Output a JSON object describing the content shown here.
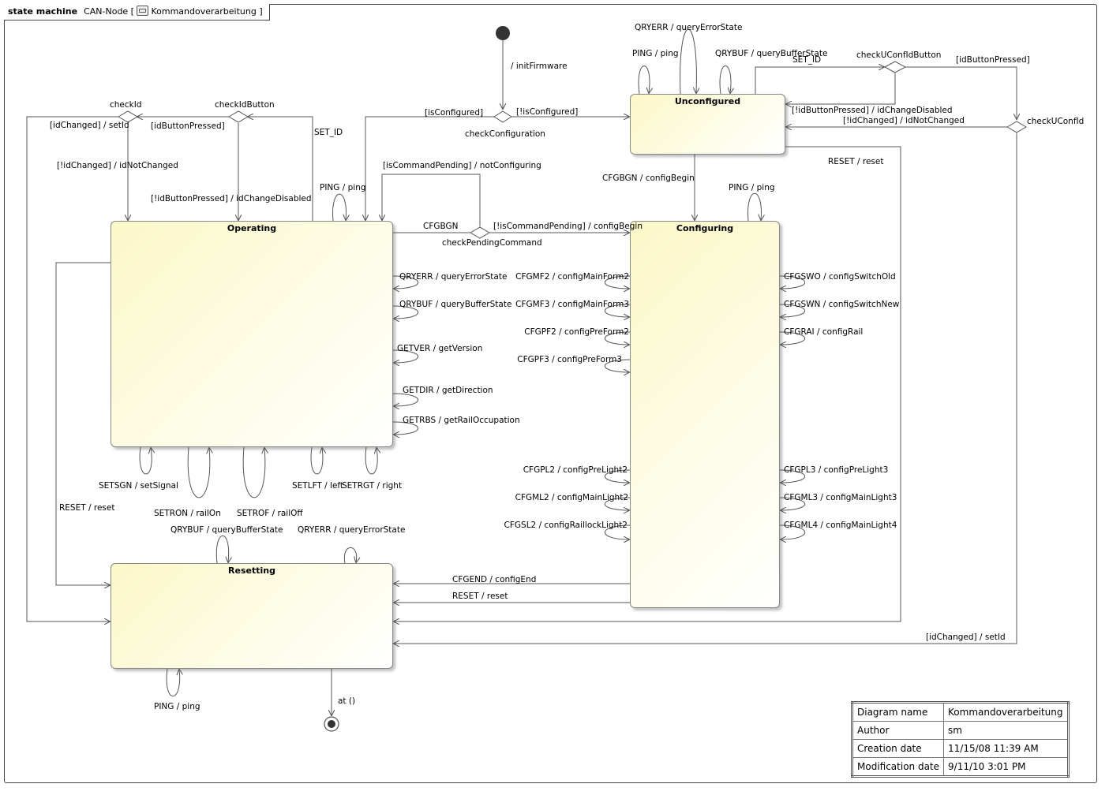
{
  "frame": {
    "kind": "state machine",
    "name": "CAN-Node [",
    "context": "Kommandoverarbeitung",
    "close": "]"
  },
  "states": {
    "operating": "Operating",
    "unconfigured": "Unconfigured",
    "configuring": "Configuring",
    "resetting": "Resetting"
  },
  "pseudostates": {
    "check_configuration": "checkConfiguration",
    "check_pending_command": "checkPendingCommand",
    "check_id": "checkId",
    "check_id_button": "checkIdButton",
    "check_uconf_id_button": "checkUConfIdButton",
    "check_uconf_id": "checkUConfId"
  },
  "transitions": {
    "init_firmware": "/ initFirmware",
    "is_configured": "[isConfigured]",
    "not_configured": "[!isConfigured]",
    "cfgbgn_op": "CFGBGN",
    "is_command_pending_not_configuring": "[isCommandPending] / notConfiguring",
    "not_command_pending_config_begin": "[!isCommandPending] / configBegin",
    "ping_op": "PING / ping",
    "set_id_op": "SET_ID",
    "id_changed_set_id_op": "[idChanged] / setId",
    "id_button_pressed_op": "[idButtonPressed]",
    "not_id_changed_op": "[!idChanged] / idNotChanged",
    "not_id_button_pressed_op": "[!idButtonPressed] / idChangeDisabled",
    "qryerr_op": "QRYERR / queryErrorState",
    "qrybuf_op": "QRYBUF / queryBufferState",
    "getver": "GETVER / getVersion",
    "getdir": "GETDIR / getDirection",
    "getrbs": "GETRBS / getRailOccupation",
    "setsgn": "SETSGN / setSignal",
    "setron": "SETRON / railOn",
    "setrof": "SETROF / railOff",
    "setlft": "SETLFT / left",
    "setrgt": "SETRGT / right",
    "reset_op": "RESET / reset",
    "qrybuf_res": "QRYBUF / queryBufferState",
    "qryerr_res": "QRYERR / queryErrorState",
    "ping_res": "PING / ping",
    "at": "at ()",
    "qryerr_un": "QRYERR / queryErrorState",
    "ping_un": "PING / ping",
    "qrybuf_un": "QRYBUF / queryBufferState",
    "set_id_un": "SET_ID",
    "id_button_pressed_un": "[idButtonPressed]",
    "not_id_button_pressed_un": "[!idButtonPressed] / idChangeDisabled",
    "not_id_changed_un": "[!idChanged] / idNotChanged",
    "reset_un": "RESET / reset",
    "id_changed_set_id_un": "[idChanged] / setId",
    "cfgbgn_un": "CFGBGN / configBegin",
    "ping_cfg": "PING / ping",
    "cfgmf2": "CFGMF2 / configMainForm2",
    "cfgmf3": "CFGMF3 / configMainForm3",
    "cfgpf2": "CFGPF2 / configPreForm2",
    "cfgpf3": "CFGPF3 / configPreForm3",
    "cfgswo": "CFGSWO / configSwitchOld",
    "cfgswn": "CFGSWN / configSwitchNew",
    "cfgrai": "CFGRAI / configRail",
    "cfgpl2": "CFGPL2 / configPreLight2",
    "cfgml2": "CFGML2 / configMainLight2",
    "cfgsl2": "CFGSL2 / configRaillockLight2",
    "cfgpl3": "CFGPL3 / configPreLight3",
    "cfgml3": "CFGML3 / configMainLight3",
    "cfgml4": "CFGML4 / configMainLight4",
    "cfgend": "CFGEND / configEnd",
    "reset_cfg": "RESET / reset"
  },
  "info_table": {
    "rows": [
      {
        "label": "Diagram name",
        "value": "Kommandoverarbeitung"
      },
      {
        "label": "Author",
        "value": "sm"
      },
      {
        "label": "Creation date",
        "value": "11/15/08 11:39 AM"
      },
      {
        "label": "Modification date",
        "value": "9/11/10 3:01 PM"
      }
    ]
  },
  "colors": {
    "line": "#555555",
    "state_fill": "#fbf8c8",
    "initial": "#333333"
  }
}
